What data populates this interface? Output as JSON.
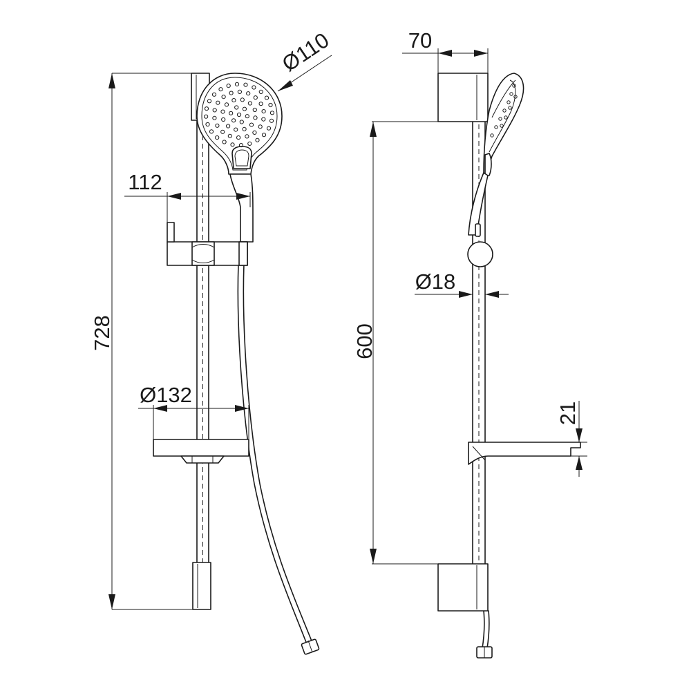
{
  "front_view": {
    "height_dim": "728",
    "head_dia_dim": "Ø110",
    "holder_depth_dim": "112",
    "dish_dia_dim": "Ø132"
  },
  "side_view": {
    "wall_bracket_dim": "70",
    "bracket_spacing_dim": "600",
    "rail_dia_dim": "Ø18",
    "dish_height_dim": "21"
  }
}
